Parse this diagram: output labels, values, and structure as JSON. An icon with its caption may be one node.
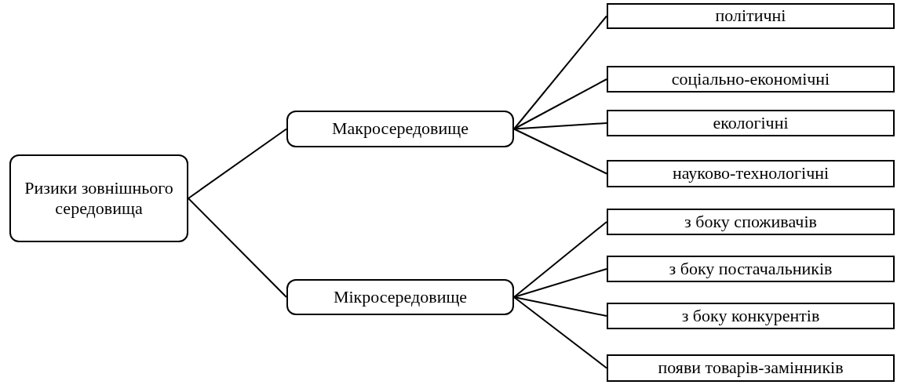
{
  "diagram": {
    "nodes": [
      {
        "text": [
          "Ризики зовнішнього середовища"
        ]
      },
      {
        "text": [
          "Макросередовище"
        ]
      },
      {
        "text": [
          "Мікросередовище"
        ]
      },
      {
        "text": [
          "політичні"
        ]
      },
      {
        "text": [
          "соціально-економічні"
        ]
      },
      {
        "text": [
          "екологічні"
        ]
      },
      {
        "text": [
          "науково-технологічні"
        ]
      },
      {
        "text": [
          "з боку споживачів"
        ]
      },
      {
        "text": [
          "з боку постачальників"
        ]
      },
      {
        "text": [
          "з боку конкурентів"
        ]
      },
      {
        "text": [
          "появи товарів-замінників"
        ]
      }
    ],
    "edges": [
      {
        "from": 0,
        "to": 1,
        "arrow": "none"
      },
      {
        "from": 0,
        "to": 2,
        "arrow": "none"
      },
      {
        "from": 1,
        "to": 3,
        "arrow": "none"
      },
      {
        "from": 1,
        "to": 4,
        "arrow": "none"
      },
      {
        "from": 1,
        "to": 5,
        "arrow": "none"
      },
      {
        "from": 1,
        "to": 6,
        "arrow": "none"
      },
      {
        "from": 2,
        "to": 7,
        "arrow": "none"
      },
      {
        "from": 2,
        "to": 8,
        "arrow": "none"
      },
      {
        "from": 2,
        "to": 9,
        "arrow": "none"
      },
      {
        "from": 2,
        "to": 10,
        "arrow": "none"
      }
    ]
  }
}
